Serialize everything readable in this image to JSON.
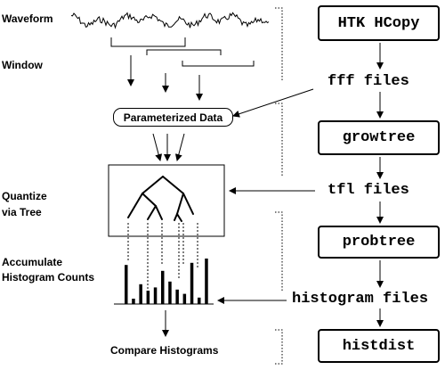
{
  "stages": {
    "waveform": "Waveform",
    "window": "Window",
    "quantize_line1": "Quantize",
    "quantize_line2": "via Tree",
    "accumulate_line1": "Accumulate",
    "accumulate_line2": "Histogram Counts",
    "compare": "Compare Histograms"
  },
  "parameterized_data": "Parameterized Data",
  "tools": {
    "hcopy": "HTK HCopy",
    "growtree": "growtree",
    "probtree": "probtree",
    "histdist": "histdist"
  },
  "files": {
    "fff": "fff files",
    "tfl": "tfl files",
    "histogram": "histogram files"
  },
  "histogram_bars": [
    0.73,
    0.1,
    0.37,
    0.25,
    0.31,
    0.62,
    0.42,
    0.27,
    0.19,
    0.77,
    0.12,
    0.85
  ]
}
